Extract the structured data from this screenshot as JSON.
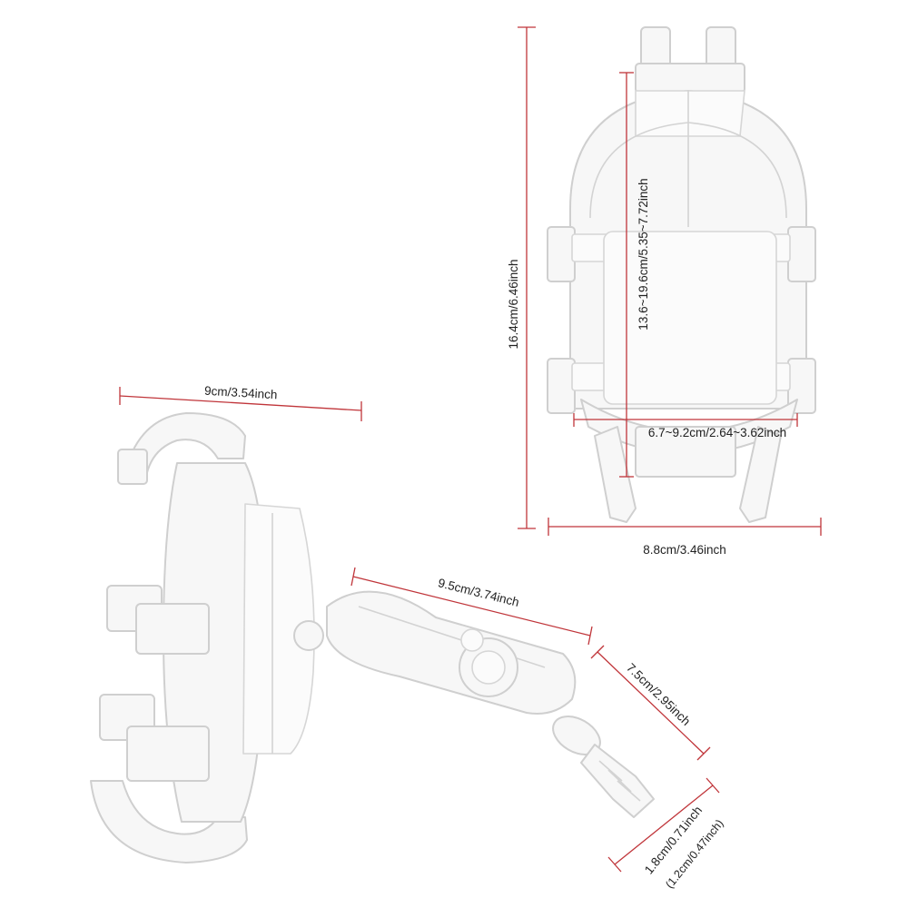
{
  "colors": {
    "dimension_line": "#c0353a",
    "label_text": "#222222",
    "sketch_stroke": "#cfcfcf",
    "sketch_fill": "#f7f7f7"
  },
  "dimensions": {
    "front_height": "16.4cm/6.46inch",
    "clamp_range_height": "13.6~19.6cm/5.35~7.72inch",
    "clamp_range_width": "6.7~9.2cm/2.64~3.62inch",
    "front_width": "8.8cm/3.46inch",
    "side_width": "9cm/3.54inch",
    "arm_length": "9.5cm/3.74inch",
    "lower_arm_length": "7.5cm/2.95inch",
    "screw_diameter": "1.8cm/0.71inch",
    "screw_diameter_alt": "(1.2cm/0.47inch)"
  }
}
